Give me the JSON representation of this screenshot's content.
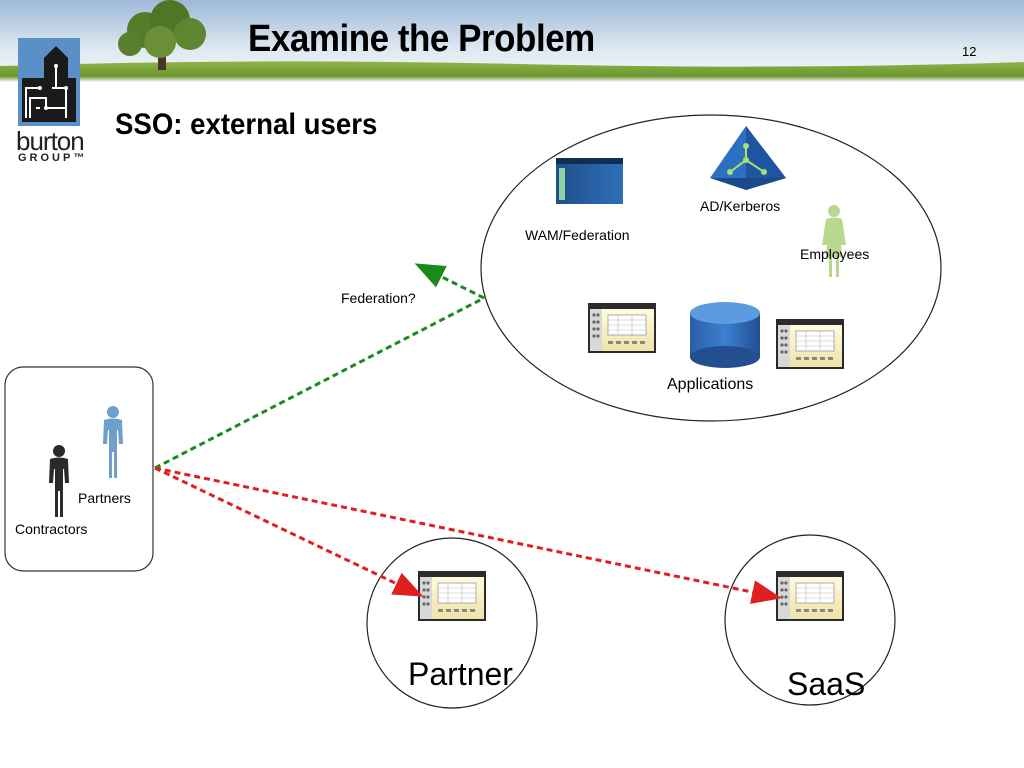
{
  "slide": {
    "title": "Examine the Problem",
    "page_number": "12",
    "subtitle": "SSO: external users"
  },
  "logo": {
    "line1": "burton",
    "line2": "GROUP™"
  },
  "diagram": {
    "labels": {
      "wam": "WAM/Federation",
      "ad": "AD/Kerberos",
      "employees": "Employees",
      "applications": "Applications",
      "federation_question": "Federation?",
      "partners": "Partners",
      "contractors": "Contractors",
      "partner_site": "Partner",
      "saas_site": "SaaS"
    },
    "colors": {
      "federation_arrow": "#1a8a1a",
      "access_arrow": "#e02020",
      "partner_figure": "#6fa0cc",
      "contractor_figure": "#2a2a2a",
      "employee_figure": "#b8d890"
    }
  }
}
